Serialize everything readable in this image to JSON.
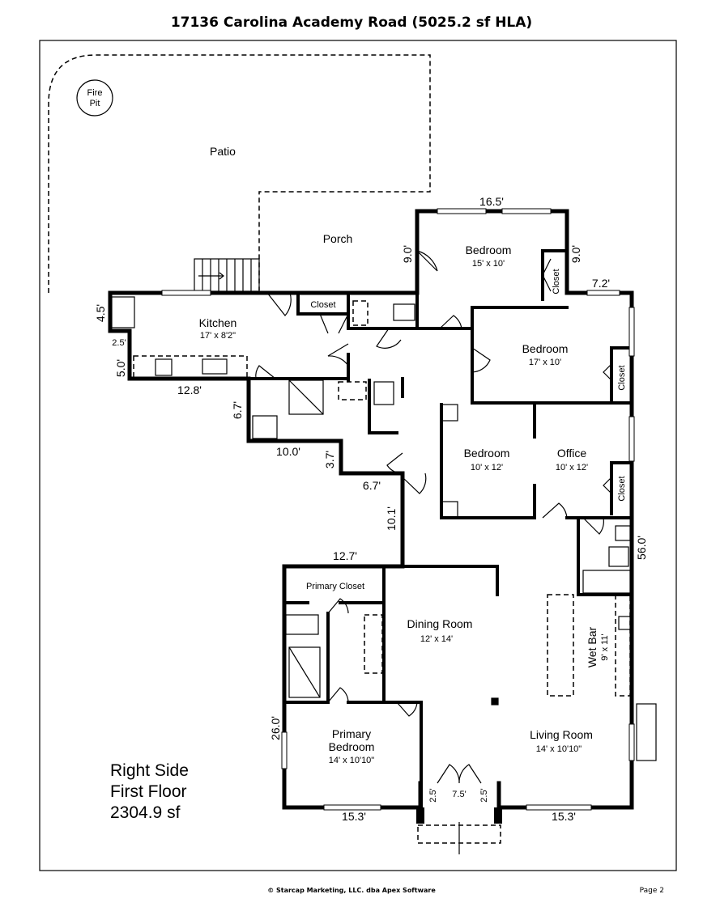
{
  "title": "17136 Carolina Academy Road (5025.2 sf HLA)",
  "floor": {
    "line1": "Right Side",
    "line2": "First Floor",
    "line3": "2304.9 sf"
  },
  "rooms": {
    "fire_pit": {
      "line1": "Fire",
      "line2": "Pit"
    },
    "patio": "Patio",
    "porch": "Porch",
    "bedroom1": {
      "name": "Bedroom",
      "size": "15' x 10'"
    },
    "closet_b1": "Closet",
    "kitchen": {
      "name": "Kitchen",
      "size": "17' x 8'2\""
    },
    "closet_k": "Closet",
    "bedroom2": {
      "name": "Bedroom",
      "size": "17' x 10'"
    },
    "closet_b2": "Closet",
    "bedroom3": {
      "name": "Bedroom",
      "size": "10' x 12'"
    },
    "office": {
      "name": "Office",
      "size": "10' x 12'"
    },
    "closet_o": "Closet",
    "primary_closet": "Primary Closet",
    "dining": {
      "name": "Dining Room",
      "size": "12' x 14'"
    },
    "wet_bar": {
      "name": "Wet Bar",
      "size": "9' x 11'"
    },
    "primary_bedroom": {
      "line1": "Primary",
      "line2": "Bedroom",
      "size": "14' x 10'10\""
    },
    "living": {
      "name": "Living Room",
      "size": "14' x 10'10\""
    }
  },
  "dimensions": {
    "d_16_5": "16.5'",
    "d_9_0_left": "9.0'",
    "d_9_0_right": "9.0'",
    "d_7_2": "7.2'",
    "d_4_5": "4.5'",
    "d_2_5_kitchen": "2.5'",
    "d_5_0": "5.0'",
    "d_12_8": "12.8'",
    "d_6_7_left": "6.7'",
    "d_10_0": "10.0'",
    "d_3_7": "3.7'",
    "d_6_7": "6.7'",
    "d_10_1": "10.1'",
    "d_12_7": "12.7'",
    "d_56_0": "56.0'",
    "d_26_0": "26.0'",
    "d_15_3_left": "15.3'",
    "d_15_3_right": "15.3'",
    "d_7_5": "7.5'",
    "d_2_5_left": "2.5'",
    "d_2_5_right": "2.5'"
  },
  "footer": "© Starcap Marketing, LLC. dba Apex Software",
  "page": "Page 2"
}
